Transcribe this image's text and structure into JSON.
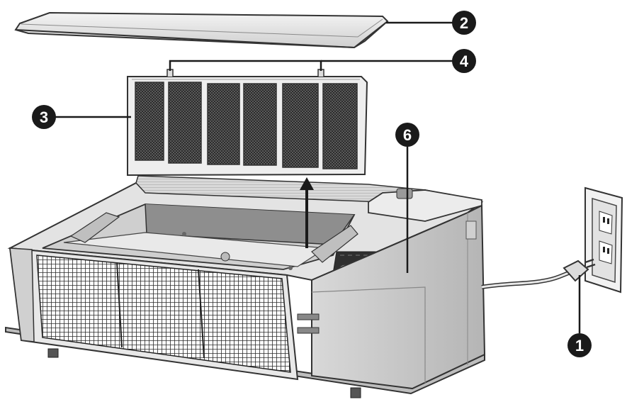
{
  "callouts": {
    "c1": {
      "number": "1"
    },
    "c2": {
      "number": "2"
    },
    "c3": {
      "number": "3"
    },
    "c4": {
      "number": "4"
    },
    "c6": {
      "number": "6"
    }
  },
  "icons": {
    "unit": "air-purifier-icon",
    "lid": "top-cover-icon",
    "filter": "filter-cartridge-icon",
    "outlet": "wall-outlet-icon",
    "plug": "power-plug-icon",
    "arrow": "up-arrow-icon"
  },
  "colors": {
    "callout_fill": "#1a1a1a",
    "line": "#222222",
    "body_light": "#ececec",
    "body_mid": "#d4d4d4",
    "body_dark": "#9a9a9a",
    "filter_mesh": "#3a3a3a"
  }
}
